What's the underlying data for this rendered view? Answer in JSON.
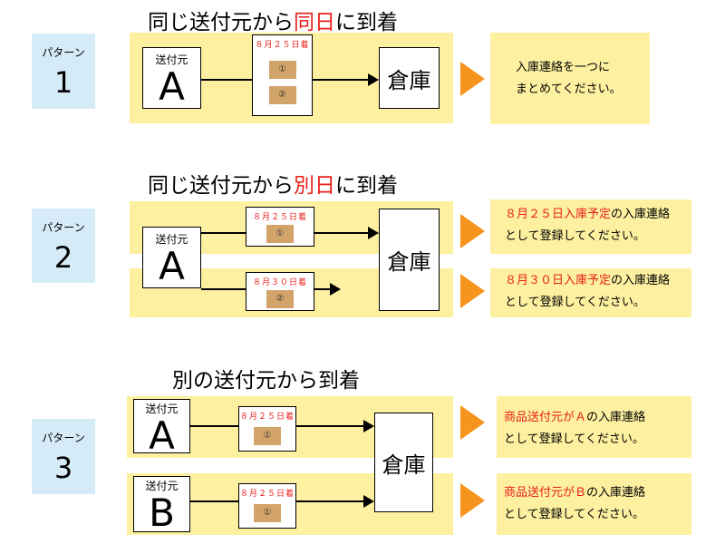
{
  "patterns": [
    {
      "label": "パターン",
      "num": "1",
      "title_pre": "同じ送付元から",
      "title_red": "同日",
      "title_post": "に到着"
    },
    {
      "label": "パターン",
      "num": "2",
      "title_pre": "同じ送付元から",
      "title_red": "別日",
      "title_post": "に到着"
    },
    {
      "label": "パターン",
      "num": "3",
      "title": "別の送付元から到着"
    }
  ],
  "sender_label": "送付元",
  "senders": [
    "A",
    "B"
  ],
  "warehouse": "倉庫",
  "dates": {
    "d25": "８月２５日着",
    "d30": "８月３０日着"
  },
  "pkgs": [
    "①",
    "②"
  ],
  "messages": {
    "m1a": "入庫連絡を一つに",
    "m1b": "まとめてください。",
    "m2a_red": "８月２５日入庫予定",
    "m2b_red": "８月３０日入庫予定",
    "m3a_red": "商品送付元がＡ",
    "m3b_red": "商品送付元がＢ",
    "tail": "の入庫連絡",
    "line2": "として登録してください。"
  },
  "colors": {
    "band": "#fdf0a0",
    "label_bg": "#d5ecf8",
    "accent": "#f7941d",
    "red": "#e8201a"
  }
}
